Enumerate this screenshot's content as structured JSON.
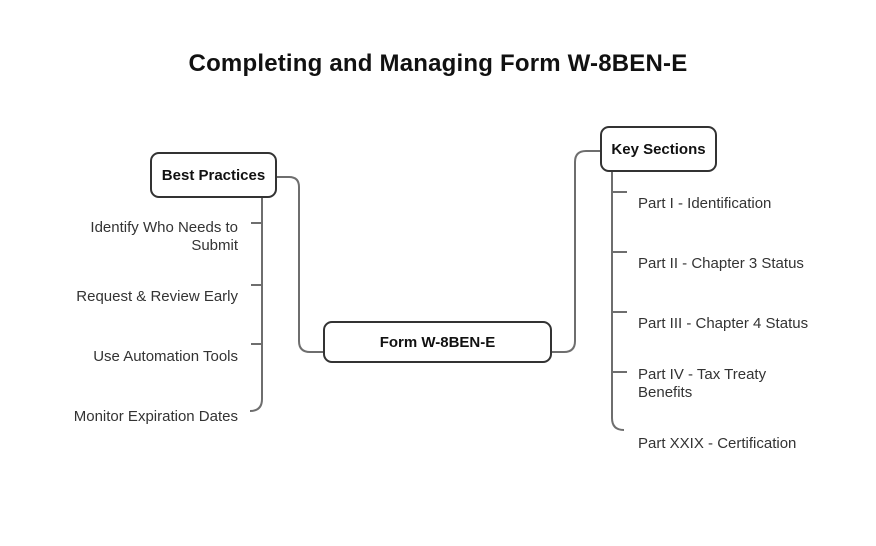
{
  "title": "Completing and Managing Form W-8BEN-E",
  "diagram": {
    "root": {
      "label": "Form W-8BEN-E"
    },
    "branches": [
      {
        "label": "Best Practices",
        "side": "left",
        "items": [
          "Identify Who Needs to\nSubmit",
          "Request & Review Early",
          "Use Automation Tools",
          "Monitor Expiration Dates"
        ]
      },
      {
        "label": "Key Sections",
        "side": "right",
        "items": [
          "Part I - Identification",
          "Part II - Chapter 3 Status",
          "Part III - Chapter 4 Status",
          "Part IV - Tax Treaty\nBenefits",
          "Part XXIX - Certification"
        ]
      }
    ]
  },
  "colors": {
    "line": "#6e6e6e",
    "border": "#333333",
    "text": "#333333",
    "title": "#111111",
    "background": "#ffffff"
  }
}
